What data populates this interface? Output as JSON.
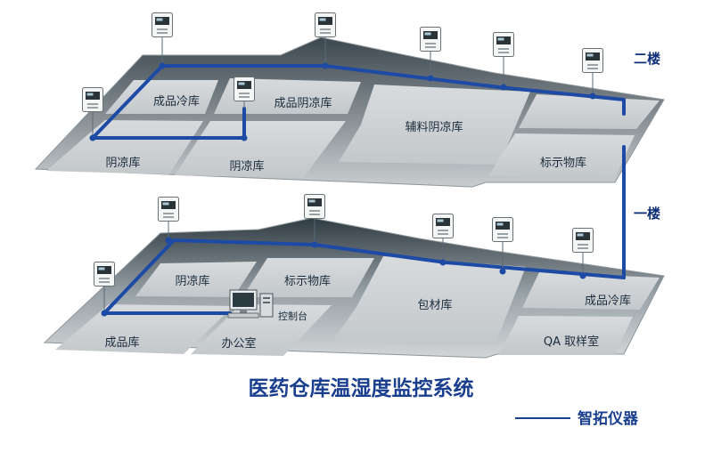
{
  "floors": {
    "upper": {
      "label": "二楼",
      "rooms": {
        "finished_cold": "成品冷库",
        "finished_shade": "成品阴凉库",
        "aux_shade": "辅料阴凉库",
        "shade_1": "阴凉库",
        "shade_2": "阴凉库",
        "label_store": "标示物库"
      }
    },
    "lower": {
      "label": "一楼",
      "rooms": {
        "shade": "阴凉库",
        "label_store": "标示物库",
        "packaging": "包材库",
        "finished_cold": "成品冷库",
        "finished": "成品库",
        "office": "办公室",
        "qa": "QA 取样室"
      },
      "console_label": "控制台"
    }
  },
  "title": "医药仓库温湿度监控系统",
  "brand": "智拓仪器",
  "colors": {
    "network": "#1d4aa5",
    "floor_top": "#d5d8da",
    "floor_dark": "#4e5a61",
    "title": "#1b3f8f"
  }
}
